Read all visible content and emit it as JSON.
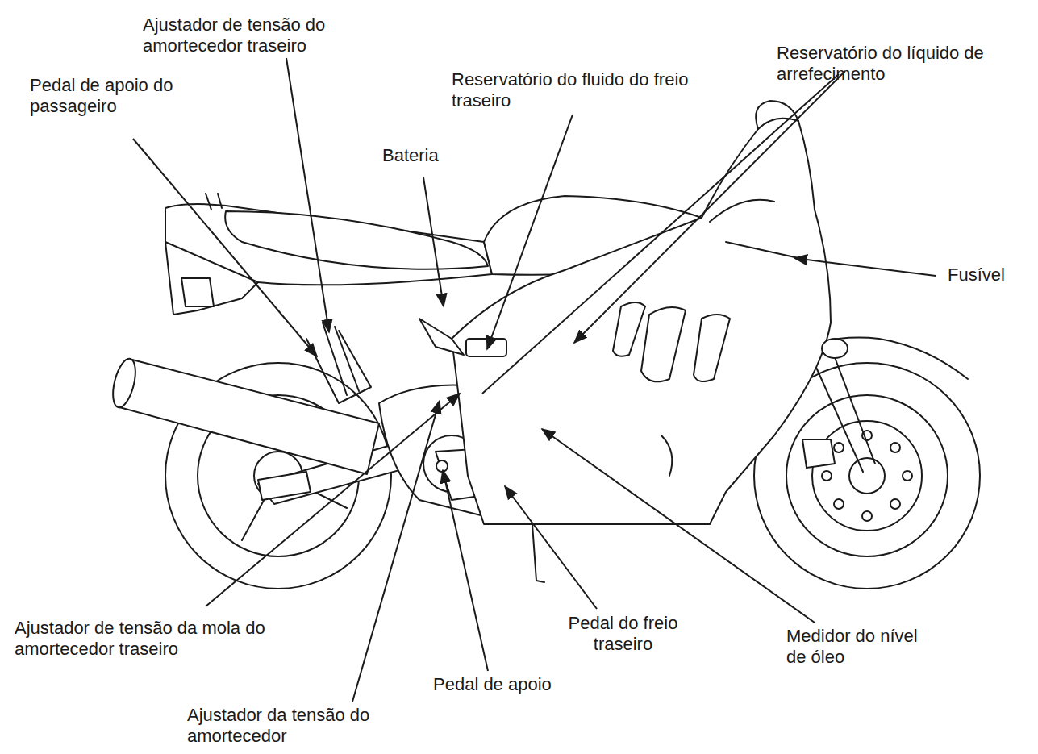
{
  "diagram": {
    "labels": [
      "Ajustador de tensão do amortecedor traseiro",
      "Pedal de apoio do passageiro",
      "Reservatório do fluido do freio traseiro",
      "Reservatório do líquido de arrefecimento",
      "Bateria",
      "Fusível",
      "Ajustador de tensão da mola do amortecedor traseiro",
      "Pedal do freio traseiro",
      "Medidor do nível de óleo",
      "Pedal de apoio",
      "Ajustador da tensão do amortecedor"
    ]
  }
}
